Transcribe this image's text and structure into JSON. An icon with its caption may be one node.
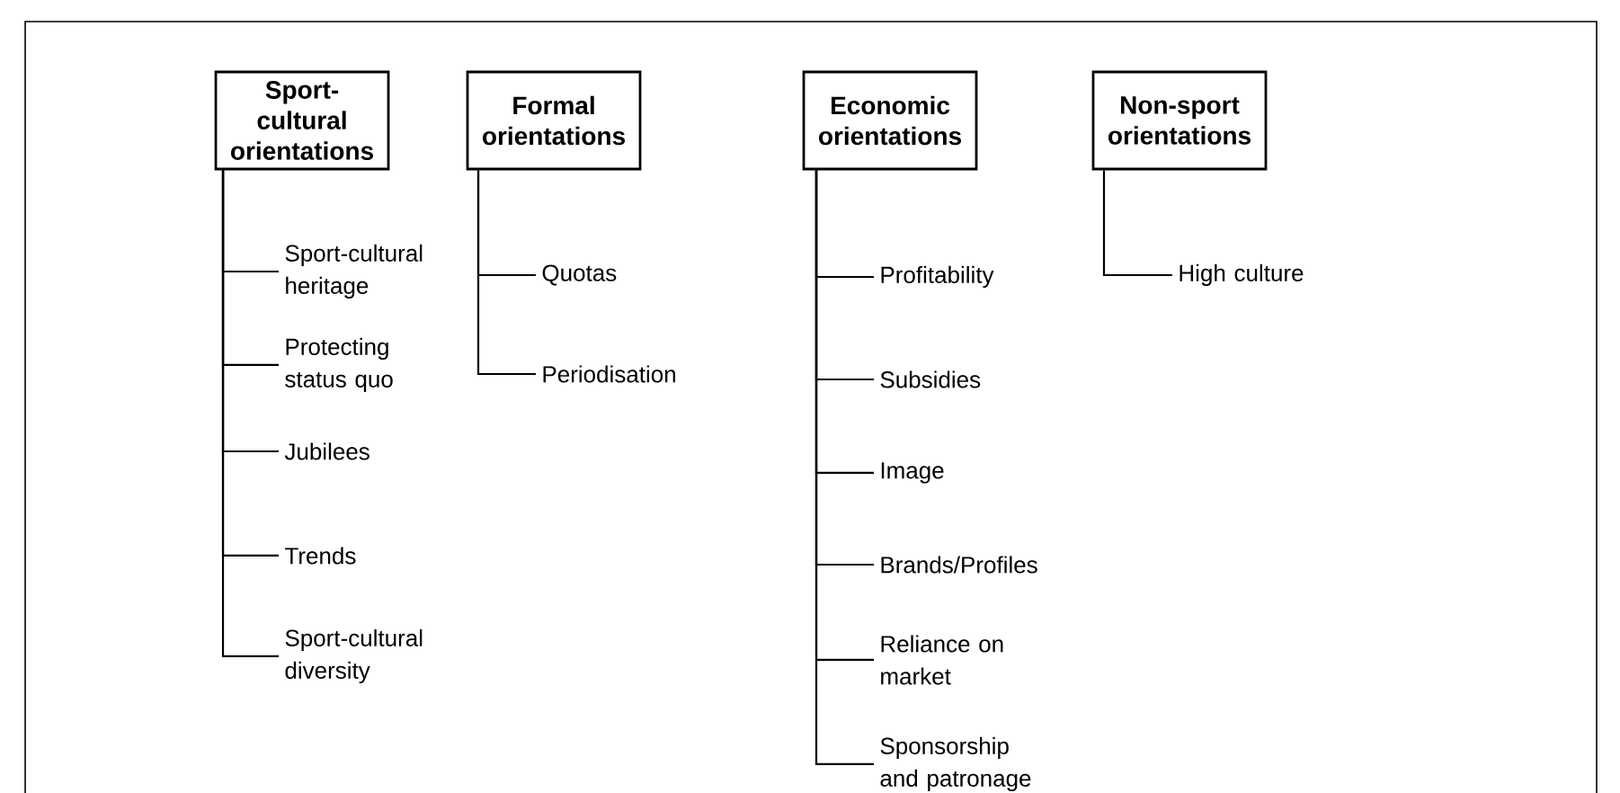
{
  "diagram": {
    "nodes": [
      {
        "text": [
          "Sport-cultural orientations"
        ]
      },
      {
        "text": [
          "Sport-cultural heritage"
        ]
      },
      {
        "text": [
          "Protecting status quo"
        ]
      },
      {
        "text": [
          "Jubilees"
        ]
      },
      {
        "text": [
          "Trends"
        ]
      },
      {
        "text": [
          "Sport-cultural diversity"
        ]
      },
      {
        "text": [
          "Formal orientations"
        ]
      },
      {
        "text": [
          "Quotas"
        ]
      },
      {
        "text": [
          "Periodisation"
        ]
      },
      {
        "text": [
          "Economic orientations"
        ]
      },
      {
        "text": [
          "Profitability"
        ]
      },
      {
        "text": [
          "Subsidies"
        ]
      },
      {
        "text": [
          "Image"
        ]
      },
      {
        "text": [
          "Brands/Profiles"
        ]
      },
      {
        "text": [
          "Reliance on market"
        ]
      },
      {
        "text": [
          "Sponsorship and patronage"
        ]
      },
      {
        "text": [
          "Non-sport orientations"
        ]
      },
      {
        "text": [
          "High culture"
        ]
      }
    ],
    "edges": [
      {
        "from": 0,
        "to": 1,
        "arrow": "none"
      },
      {
        "from": 0,
        "to": 2,
        "arrow": "none"
      },
      {
        "from": 0,
        "to": 3,
        "arrow": "none"
      },
      {
        "from": 0,
        "to": 4,
        "arrow": "none"
      },
      {
        "from": 0,
        "to": 5,
        "arrow": "none"
      },
      {
        "from": 6,
        "to": 7,
        "arrow": "none"
      },
      {
        "from": 6,
        "to": 8,
        "arrow": "none"
      },
      {
        "from": 9,
        "to": 10,
        "arrow": "none"
      },
      {
        "from": 9,
        "to": 11,
        "arrow": "none"
      },
      {
        "from": 9,
        "to": 12,
        "arrow": "none"
      },
      {
        "from": 9,
        "to": 13,
        "arrow": "none"
      },
      {
        "from": 9,
        "to": 14,
        "arrow": "none"
      },
      {
        "from": 9,
        "to": 15,
        "arrow": "none"
      },
      {
        "from": 16,
        "to": 17,
        "arrow": "none"
      }
    ]
  }
}
